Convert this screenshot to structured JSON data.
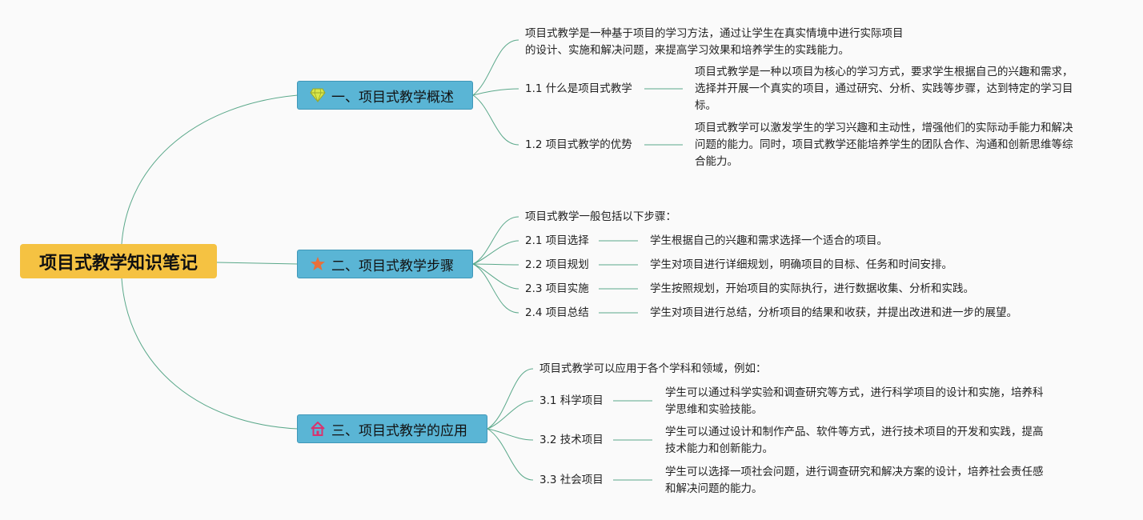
{
  "root": {
    "label": "项目式教学知识笔记"
  },
  "branches": [
    {
      "label": "一、项目式教学概述",
      "icon": "diamond-icon",
      "intro": [
        "项目式教学是一种基于项目的学习方法，通过让学生在真实情境中进行实际项目",
        "的设计、实施和解决问题，来提高学习效果和培养学生的实践能力。"
      ],
      "items": [
        {
          "label": "1.1 什么是项目式教学",
          "desc": [
            "项目式教学是一种以项目为核心的学习方式，要求学生根据自己的兴趣和需求，",
            "选择并开展一个真实的项目，通过研究、分析、实践等步骤，达到特定的学习目",
            "标。"
          ]
        },
        {
          "label": "1.2 项目式教学的优势",
          "desc": [
            "项目式教学可以激发学生的学习兴趣和主动性，增强他们的实际动手能力和解决",
            "问题的能力。同时，项目式教学还能培养学生的团队合作、沟通和创新思维等综",
            "合能力。"
          ]
        }
      ]
    },
    {
      "label": "二、项目式教学步骤",
      "icon": "star-icon",
      "intro": [
        "项目式教学一般包括以下步骤："
      ],
      "items": [
        {
          "label": "2.1 项目选择",
          "desc": [
            "学生根据自己的兴趣和需求选择一个适合的项目。"
          ]
        },
        {
          "label": "2.2 项目规划",
          "desc": [
            "学生对项目进行详细规划，明确项目的目标、任务和时间安排。"
          ]
        },
        {
          "label": "2.3 项目实施",
          "desc": [
            "学生按照规划，开始项目的实际执行，进行数据收集、分析和实践。"
          ]
        },
        {
          "label": "2.4 项目总结",
          "desc": [
            "学生对项目进行总结，分析项目的结果和收获，并提出改进和进一步的展望。"
          ]
        }
      ]
    },
    {
      "label": "三、项目式教学的应用",
      "icon": "home-icon",
      "intro": [
        "项目式教学可以应用于各个学科和领域，例如："
      ],
      "items": [
        {
          "label": "3.1 科学项目",
          "desc": [
            "学生可以通过科学实验和调查研究等方式，进行科学项目的设计和实施，培养科",
            "学思维和实验技能。"
          ]
        },
        {
          "label": "3.2 技术项目",
          "desc": [
            "学生可以通过设计和制作产品、软件等方式，进行技术项目的开发和实践，提高",
            "技术能力和创新能力。"
          ]
        },
        {
          "label": "3.3 社会项目",
          "desc": [
            "学生可以选择一项社会问题，进行调查研究和解决方案的设计，培养社会责任感",
            "和解决问题的能力。"
          ]
        }
      ]
    }
  ],
  "colors": {
    "root_fill": "#f5c242",
    "branch_fill": "#5ab5d5",
    "connector": "#5aa88a",
    "diamond_icon": "#d9e84a",
    "star_icon": "#e8703a",
    "home_icon": "#d8336e"
  }
}
